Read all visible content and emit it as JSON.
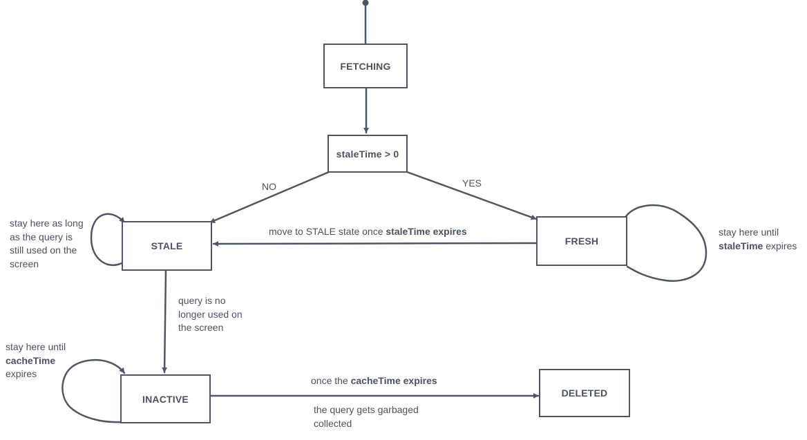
{
  "diagram": {
    "type": "state-diagram",
    "nodes": {
      "fetching": "FETCHING",
      "decision": "staleTime > 0",
      "stale": "STALE",
      "fresh": "FRESH",
      "inactive": "INACTIVE",
      "deleted": "DELETED"
    },
    "edges": {
      "no_label": "NO",
      "yes_label": "YES",
      "fresh_to_stale": {
        "prefix": "move to STALE state once ",
        "emphasis": "staleTime expires"
      },
      "stale_to_inactive": [
        "query is no",
        "longer used on",
        "the screen"
      ],
      "inactive_to_deleted_top": {
        "prefix": "once the ",
        "emphasis": "cacheTime expires"
      },
      "inactive_to_deleted_bottom": [
        "the query gets garbaged",
        "collected"
      ]
    },
    "notes": {
      "stale_loop": [
        "stay here as long",
        "as the query is",
        "still used on the",
        "screen"
      ],
      "fresh_loop": {
        "line1": "stay here until",
        "emphasis": "staleTime",
        "suffix": " expires"
      },
      "inactive_loop": {
        "line1": "stay here until",
        "emphasis": "cacheTime",
        "line3": "expires"
      }
    },
    "colors": {
      "stroke": "#4f5564",
      "text": "#4a5160",
      "background": "#ffffff"
    }
  }
}
